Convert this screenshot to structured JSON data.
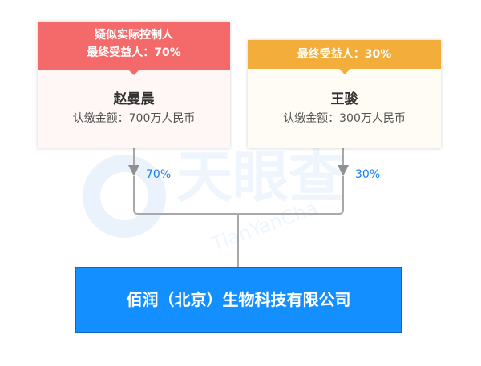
{
  "shareholders": [
    {
      "tag_line1": "疑似实际控制人",
      "tag_line2": "最终受益人：70%",
      "name": "赵曼晨",
      "amount": "认缴金额：700万人民币",
      "edge_percent": "70%"
    },
    {
      "tag_line1": "最终受益人：30%",
      "name": "王骏",
      "amount": "认缴金额：300万人民币",
      "edge_percent": "30%"
    }
  ],
  "company": {
    "name": "佰润（北京）生物科技有限公司"
  },
  "watermark": {
    "text": "天眼查",
    "subtext": "TianYanCha"
  },
  "colors": {
    "controller_tag": "#f46a6a",
    "beneficiary_tag": "#f2ad3a",
    "company_fill": "#138fff",
    "percent_text": "#1a7df0",
    "connector": "#a8a8a8"
  }
}
